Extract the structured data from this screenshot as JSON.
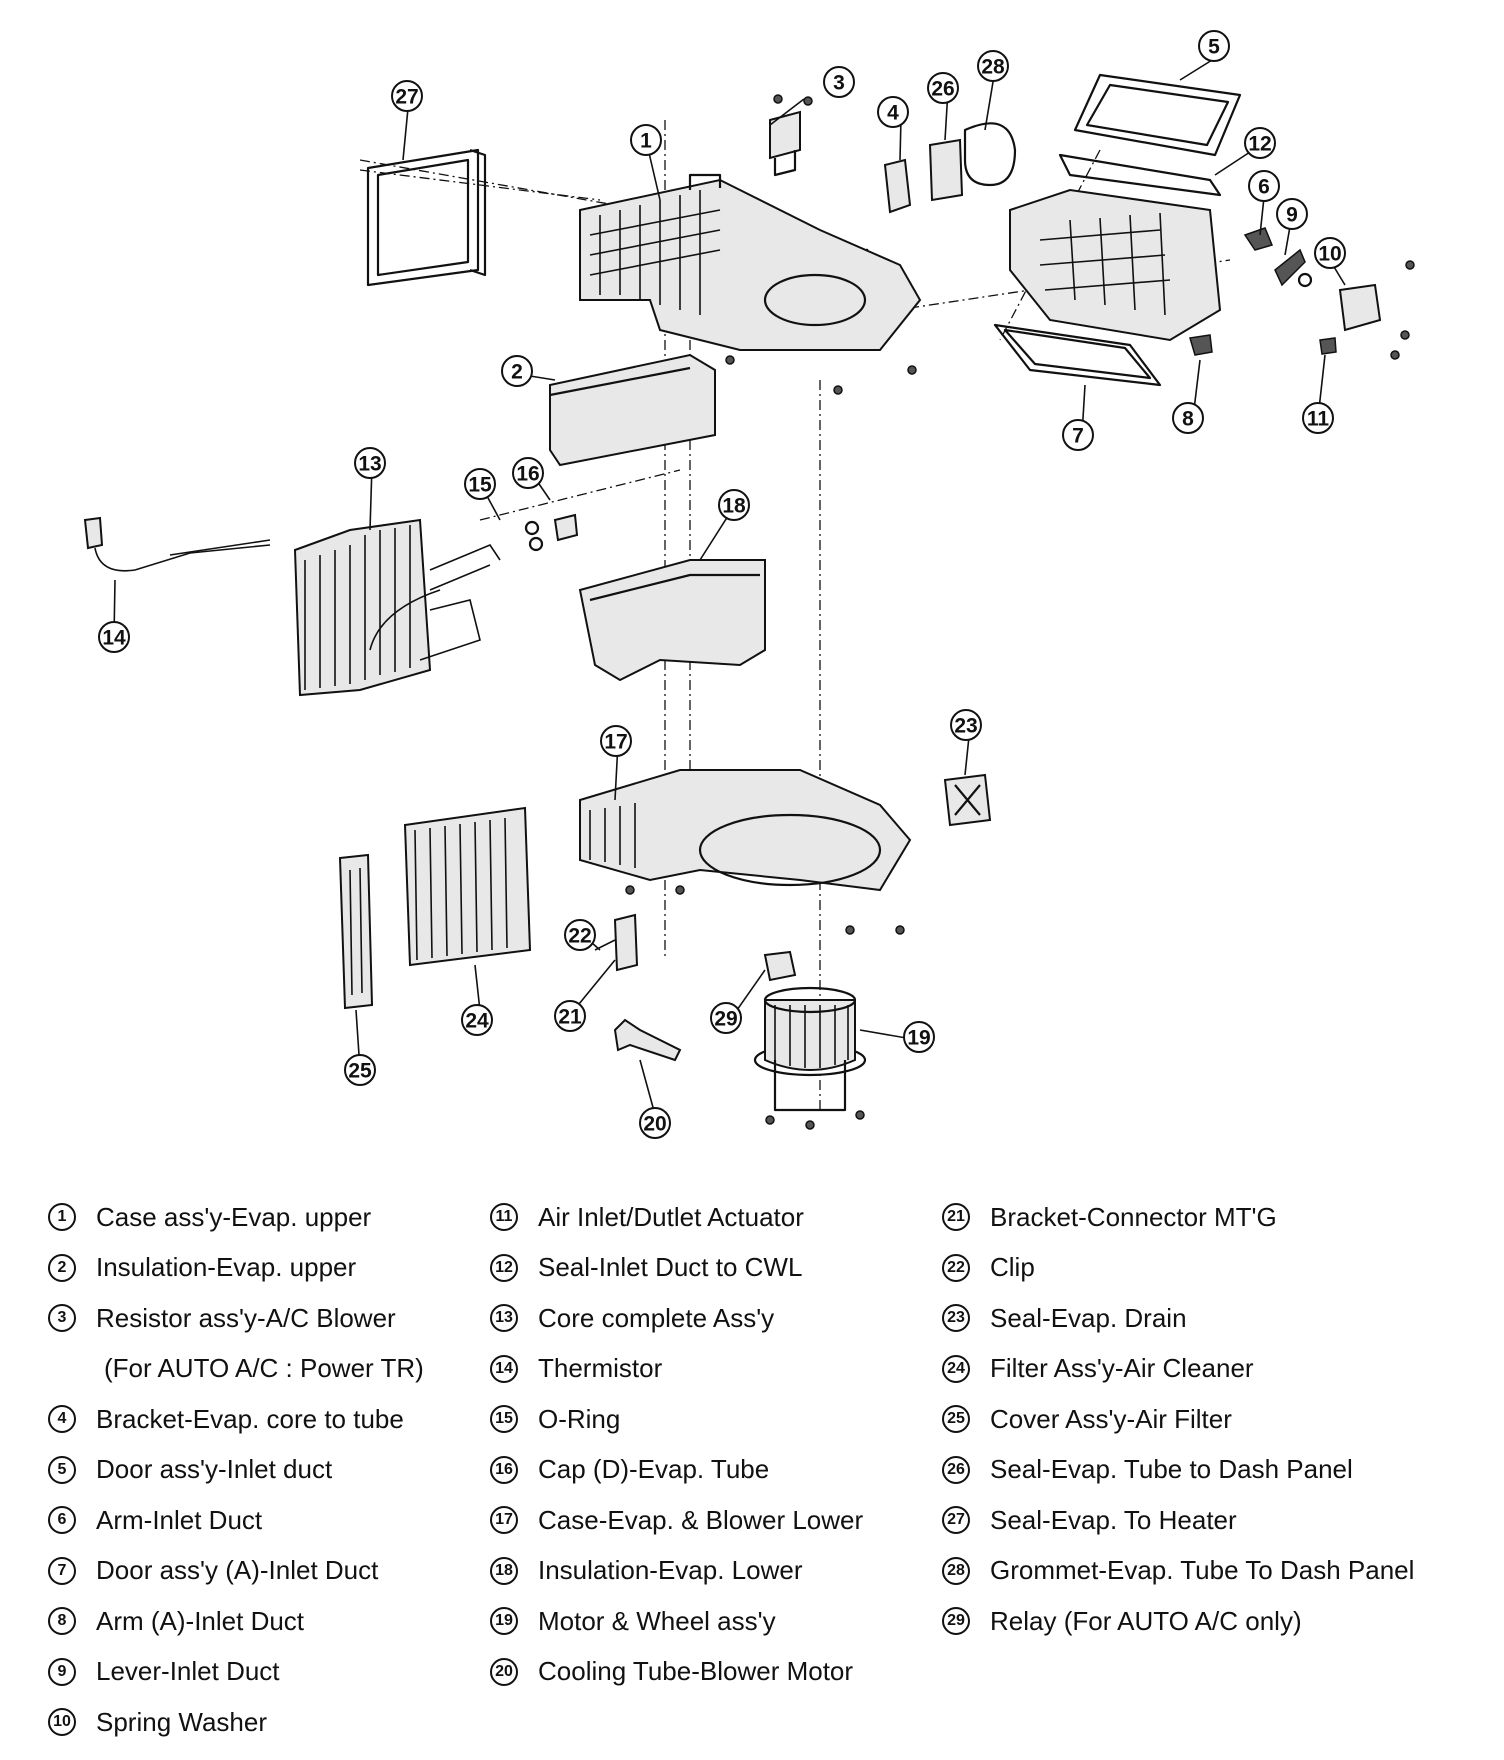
{
  "callouts": [
    "1",
    "2",
    "3",
    "4",
    "5",
    "6",
    "7",
    "8",
    "9",
    "10",
    "11",
    "12",
    "13",
    "14",
    "15",
    "16",
    "17",
    "18",
    "19",
    "20",
    "21",
    "22",
    "23",
    "24",
    "25",
    "26",
    "27",
    "28",
    "29"
  ],
  "legend": {
    "col1": [
      {
        "num": "1",
        "text": "Case ass'y-Evap. upper"
      },
      {
        "num": "2",
        "text": "Insulation-Evap. upper"
      },
      {
        "num": "3",
        "text": "Resistor ass'y-A/C Blower"
      },
      {
        "num": "4",
        "text": "Bracket-Evap. core to tube"
      },
      {
        "num": "5",
        "text": "Door ass'y-Inlet duct"
      },
      {
        "num": "6",
        "text": "Arm-Inlet Duct"
      },
      {
        "num": "7",
        "text": "Door ass'y (A)-Inlet Duct"
      },
      {
        "num": "8",
        "text": "Arm (A)-Inlet Duct"
      },
      {
        "num": "9",
        "text": "Lever-Inlet Duct"
      },
      {
        "num": "10",
        "text": "Spring Washer"
      }
    ],
    "col1_continuation": "(For AUTO A/C : Power TR)",
    "col2": [
      {
        "num": "11",
        "text": "Air Inlet/Dutlet Actuator"
      },
      {
        "num": "12",
        "text": "Seal-Inlet Duct to CWL"
      },
      {
        "num": "13",
        "text": "Core complete Ass'y"
      },
      {
        "num": "14",
        "text": "Thermistor"
      },
      {
        "num": "15",
        "text": "O-Ring"
      },
      {
        "num": "16",
        "text": "Cap (D)-Evap. Tube"
      },
      {
        "num": "17",
        "text": "Case-Evap. & Blower Lower"
      },
      {
        "num": "18",
        "text": "Insulation-Evap. Lower"
      },
      {
        "num": "19",
        "text": "Motor & Wheel ass'y"
      },
      {
        "num": "20",
        "text": "Cooling Tube-Blower Motor"
      }
    ],
    "col3": [
      {
        "num": "21",
        "text": "Bracket-Connector MT'G"
      },
      {
        "num": "22",
        "text": "Clip"
      },
      {
        "num": "23",
        "text": "Seal-Evap. Drain"
      },
      {
        "num": "24",
        "text": "Filter Ass'y-Air Cleaner"
      },
      {
        "num": "25",
        "text": "Cover Ass'y-Air Filter"
      },
      {
        "num": "26",
        "text": "Seal-Evap. Tube to Dash Panel"
      },
      {
        "num": "27",
        "text": "Seal-Evap. To Heater"
      },
      {
        "num": "28",
        "text": "Grommet-Evap. Tube To Dash Panel"
      },
      {
        "num": "29",
        "text": "Relay (For AUTO A/C only)"
      }
    ]
  }
}
